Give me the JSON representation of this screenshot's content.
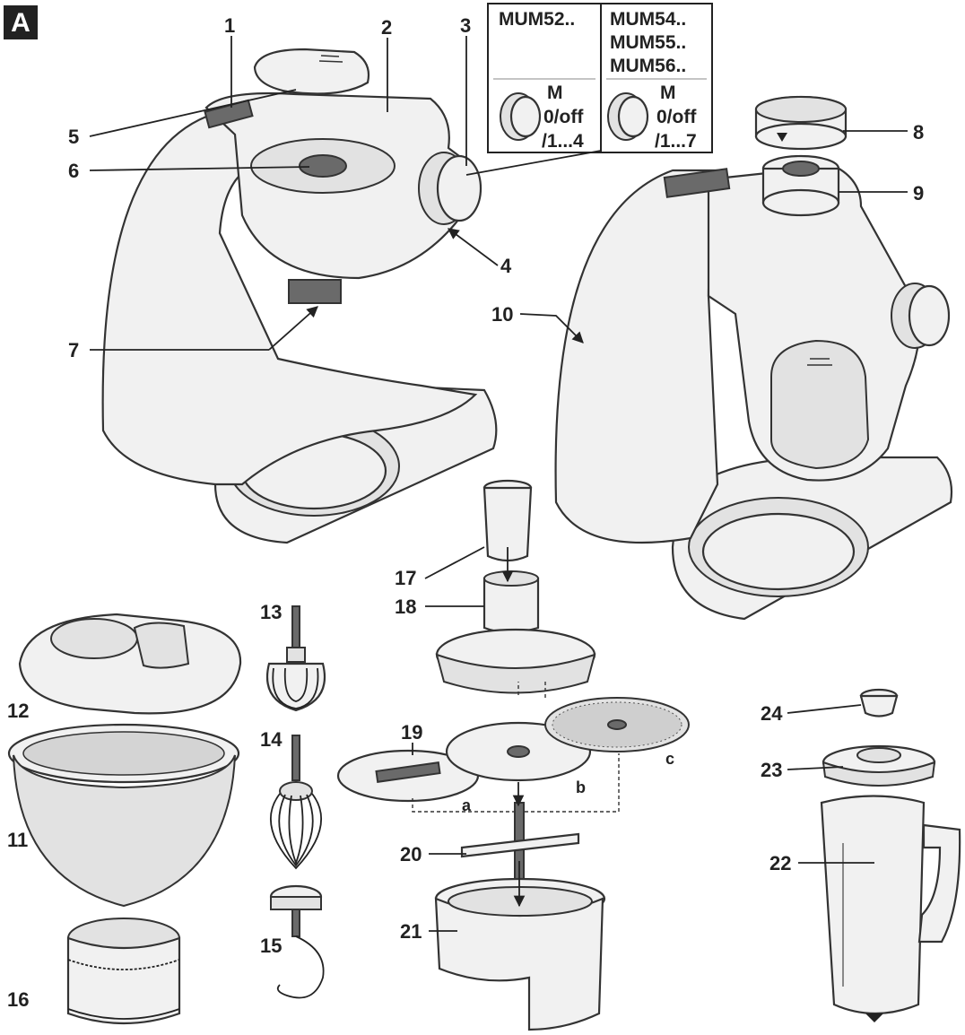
{
  "figure": {
    "section_badge": "A",
    "callouts": [
      "1",
      "2",
      "3",
      "4",
      "5",
      "6",
      "7",
      "8",
      "9",
      "10",
      "11",
      "12",
      "13",
      "14",
      "15",
      "16",
      "17",
      "18",
      "19",
      "20",
      "21",
      "22",
      "23",
      "24"
    ],
    "disc_letters": [
      "a",
      "b",
      "c"
    ],
    "model_table": {
      "left_model": "MUM52..",
      "right_models": [
        "MUM54..",
        "MUM55..",
        "MUM56.."
      ],
      "left_settings": [
        "M",
        "0/off",
        "/1...4"
      ],
      "right_settings": [
        "M",
        "0/off",
        "/1...7"
      ]
    }
  }
}
